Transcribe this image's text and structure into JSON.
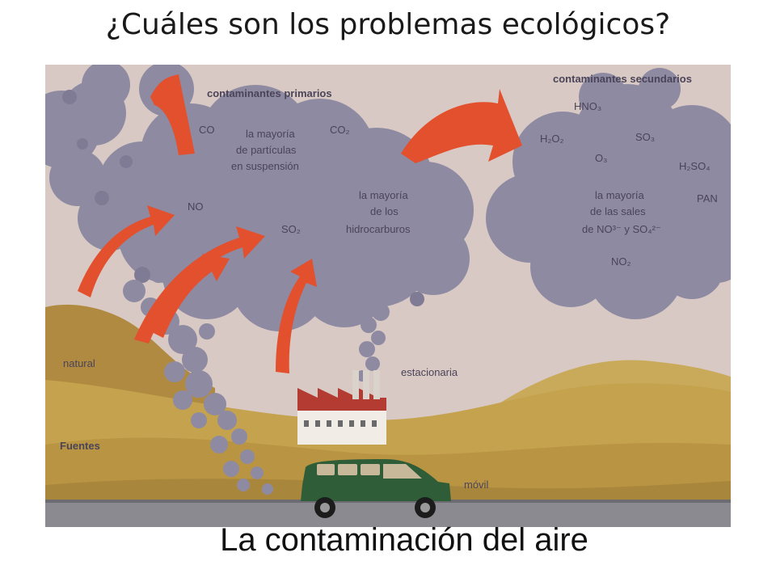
{
  "slide": {
    "title": "¿Cuáles son los problemas ecológicos?",
    "caption": "La contaminación del aire"
  },
  "diagram": {
    "primary": {
      "heading": "contaminantes primarios",
      "co": "CO",
      "co2": "CO₂",
      "particles_line1": "la mayoría",
      "particles_line2": "de partículas",
      "particles_line3": "en suspensión",
      "no": "NO",
      "so2": "SO₂",
      "hydro_line1": "la mayoría",
      "hydro_line2": "de los",
      "hydro_line3": "hidrocarburos"
    },
    "secondary": {
      "heading": "contaminantes secundarios",
      "hno3": "HNO₃",
      "h2o2": "H₂O₂",
      "so3": "SO₃",
      "o3": "O₃",
      "h2so4": "H₂SO₄",
      "pan": "PAN",
      "salts_line1": "la mayoría",
      "salts_line2": "de las sales",
      "salts_line3": "de NO³⁻ y SO₄²⁻",
      "no2": "NO₂"
    },
    "sources": {
      "natural": "natural",
      "fuentes": "Fuentes",
      "estacionaria": "estacionaria",
      "movil": "móvil"
    },
    "colors": {
      "sky": "#d9c9c4",
      "smoke": "#8e8aa2",
      "smoke_dark": "#7f7b95",
      "arrow": "#e2502e",
      "land": "#c4a24e",
      "land_dark": "#a8863c",
      "road": "#8a8a90",
      "van": "#2f5d38"
    }
  }
}
